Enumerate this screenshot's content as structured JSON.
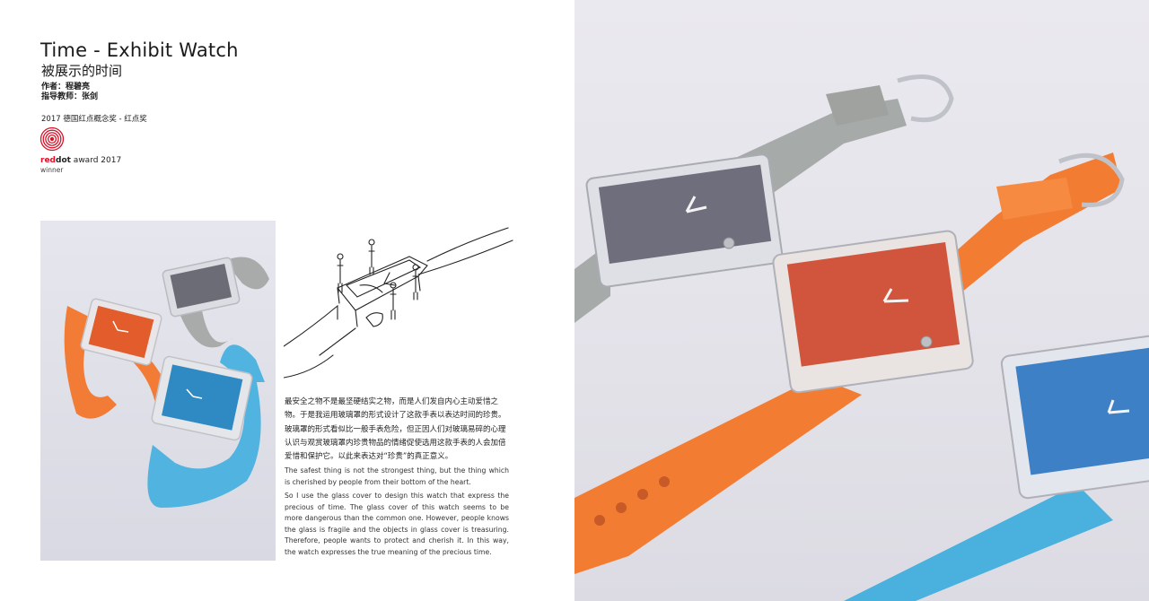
{
  "header": {
    "title_en": "Time - Exhibit Watch",
    "title_cn": "被展示的时间",
    "author": "作者：程碧亮",
    "advisor": "指导教师：张剑"
  },
  "award": {
    "line": "2017  德国红点概念奖 - 红点奖",
    "brand_red": "red",
    "brand_dot": "dot",
    "brand_rest": " award 2017",
    "winner": "winner",
    "accent_color": "#d7142a"
  },
  "body": {
    "cn_paragraph": "最安全之物不是最坚硬结实之物，而是人们发自内心主动爱惜之物。于是我运用玻璃罩的形式设计了这款手表以表达时间的珍贵。玻璃罩的形式看似比一般手表危险，但正因人们对玻璃易碎的心理认识与观赏玻璃罩内珍贵物品的情绪促使选用这款手表的人会加倍爱惜和保护它。以此来表达对“珍贵”的真正意义。",
    "en_paragraph_1": "The safest thing is not the strongest thing, but the thing which is cherished by people from their bottom of the heart.",
    "en_paragraph_2": "So I use the glass cover to design this watch that express the precious of time. The glass cover of this watch seems to be more dangerous than the common one. However, people knows the glass is fragile and the objects in glass cover is treasuring. Therefore, people wants to protect and cherish it. In this way, the watch expresses the true meaning of the precious time."
  },
  "colors": {
    "orange_strap": "#f27a36",
    "gray_strap": "#a7aaa7",
    "blue_strap": "#4eb0dc",
    "red_dial": "#d2573a",
    "gray_dial": "#7b7c86",
    "blue_dial": "#3b7fc4"
  }
}
